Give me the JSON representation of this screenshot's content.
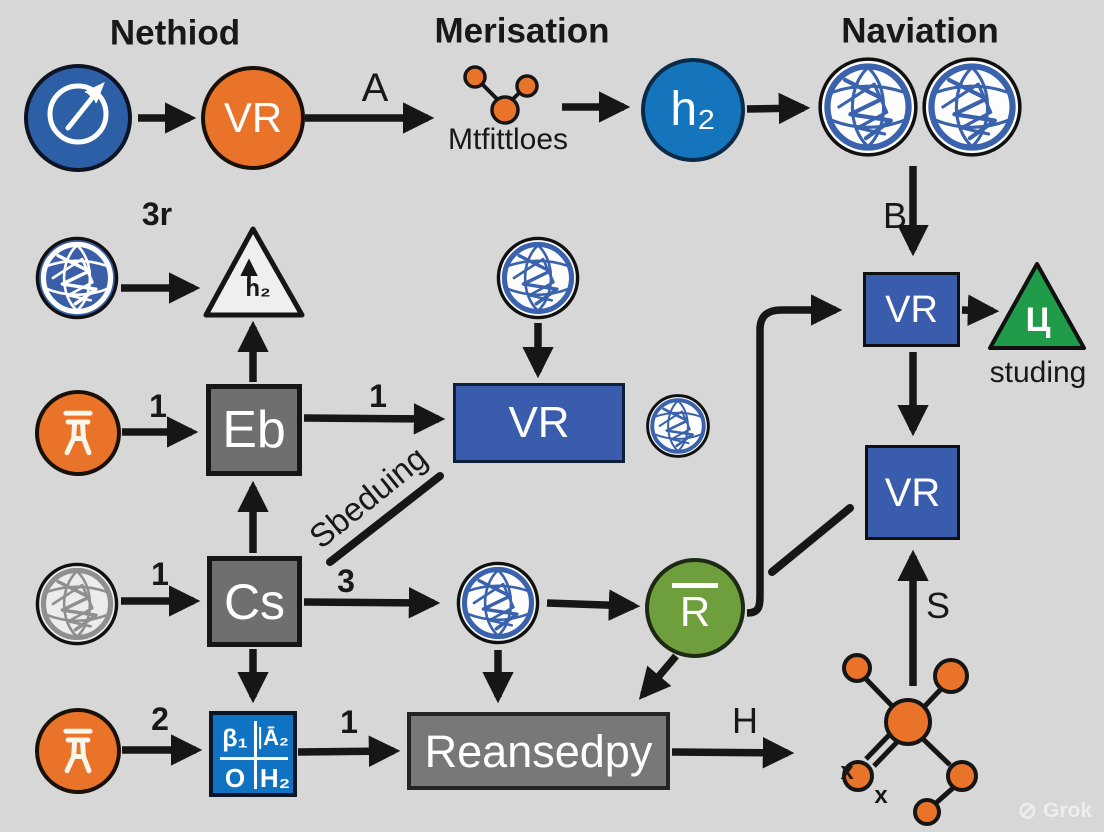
{
  "titles": {
    "left": "Nethiod",
    "middle": "Merisation",
    "right": "Naviation"
  },
  "nodes": {
    "vr_circle": "VR",
    "h2_circle": "h₂",
    "triangle_h2": "h₂",
    "eb_square": "Eb",
    "cs_square": "Cs",
    "vr_rect": "VR",
    "vr_square_1": "VR",
    "vr_square_2": "VR",
    "green_circle_r": "R",
    "green_triangle_glyph": "Ц",
    "reansedpy_box": "Reansedpy"
  },
  "formula": {
    "top_left": "β₁",
    "top_right": "Ā₂",
    "bottom_left": "O",
    "bottom_right": "H₂"
  },
  "labels": {
    "a": "A",
    "b": "B",
    "h": "H",
    "s": "S",
    "r3": "3r",
    "n1_orange_eb": "1",
    "n1_eb_vr": "1",
    "n1_globe_cs": "1",
    "n1_formula_rean": "1",
    "n2": "2",
    "n3": "3",
    "mtfittloes": "Mtfittloes",
    "sbeduing": "Sbeduing",
    "studing": "studing",
    "x_mark_1": "x",
    "x_mark_2": "x"
  },
  "watermark": {
    "logo": "⊘",
    "text": "Grok"
  },
  "icons": {
    "compass": "compass-arrow-icon",
    "globe": "globe-icon",
    "molecule_small": "molecule-icon",
    "molecule_large": "molecule-icon",
    "pi_bar": "pi-bar-icon"
  },
  "colors": {
    "background": "#d7d7d7",
    "orange": "#e97328",
    "navy_circle": "#2d5fa6",
    "azure_circle": "#1475bd",
    "royal_blue_box": "#3a5cad",
    "gray_box": "#6f6f6f",
    "rean_gray": "#787878",
    "green_circle": "#6f9e3d",
    "green_triangle": "#1f9b4a",
    "formula_blue": "#0f72c2",
    "globe_blue": "#3a62ad",
    "arrow": "#161616"
  }
}
